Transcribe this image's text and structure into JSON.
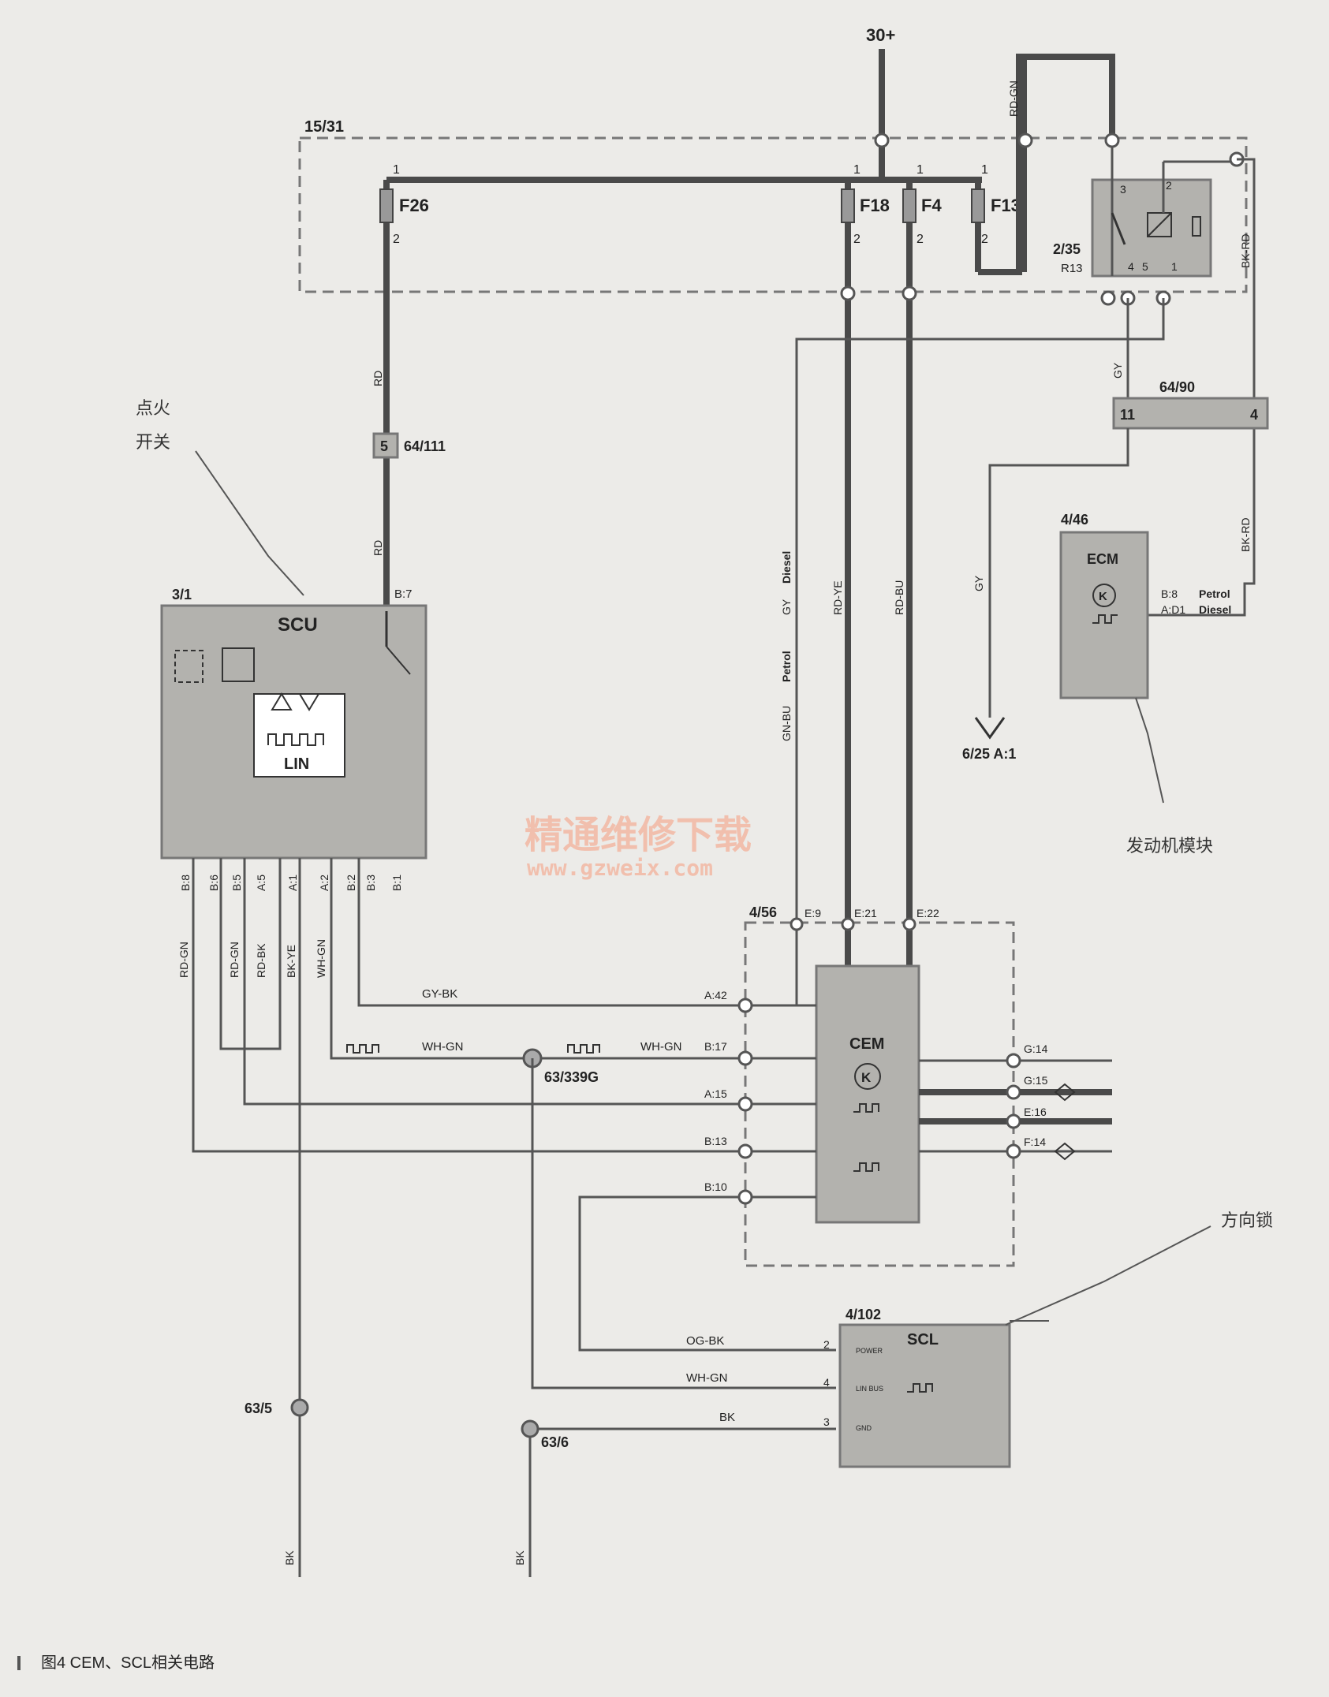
{
  "supply": {
    "label": "30+"
  },
  "fuse_box": {
    "id": "15/31",
    "fuses": [
      "F26",
      "F18",
      "F4",
      "F13"
    ],
    "pin_in": "1",
    "pin_out": "2"
  },
  "relay": {
    "id": "2/35",
    "name": "R13",
    "pins": [
      "3",
      "2",
      "4",
      "5",
      "1"
    ]
  },
  "scu": {
    "id": "3/1",
    "name": "SCU",
    "lin": "LIN",
    "pins": [
      "B:8",
      "B:6",
      "B:5",
      "A:5",
      "A:1",
      "A:2",
      "B:2",
      "B:3",
      "B:1"
    ],
    "top_pin": "B:7"
  },
  "connector_64_111": {
    "id": "64/111",
    "pin": "5"
  },
  "connector_64_90": {
    "id": "64/90",
    "pins": [
      "11",
      "4"
    ]
  },
  "ecm": {
    "id": "4/46",
    "name": "ECM",
    "pin_petrol": "B:8",
    "pin_diesel": "A:D1",
    "petrol": "Petrol",
    "diesel": "Diesel"
  },
  "cem": {
    "id": "4/56",
    "name": "CEM",
    "top_pins": [
      "E:9",
      "E:21",
      "E:22"
    ],
    "left_pins": [
      "A:42",
      "B:17",
      "A:15",
      "B:13",
      "B:10"
    ],
    "right_pins": [
      "G:14",
      "G:15",
      "E:16",
      "F:14"
    ]
  },
  "scl": {
    "id": "4/102",
    "name": "SCL",
    "pins": [
      "2",
      "4",
      "3"
    ],
    "pin_labels": [
      "POWER",
      "LIN BUS",
      "GND"
    ]
  },
  "grounds": {
    "g1": "63/339G",
    "g2": "63/5",
    "g3": "63/6"
  },
  "ref": {
    "arrow": "6/25 A:1"
  },
  "wires": {
    "rd": "RD",
    "rd_gn": "RD-GN",
    "bk_rd": "BK-RD",
    "gy": "GY",
    "gn_bu": "GN-BU",
    "rd_ye": "RD-YE",
    "rd_bu": "RD-BU",
    "petrol": "Petrol",
    "diesel": "Diesel",
    "gy_bk": "GY-BK",
    "wh_gn": "WH-GN",
    "og_bk": "OG-BK",
    "bk": "BK",
    "rd_bk": "RD-BK",
    "bk_ye": "BK-YE"
  },
  "notes": {
    "ignition_switch": [
      "点火",
      "开关"
    ],
    "engine_module": "发动机模块",
    "steering_lock": "方向锁"
  },
  "watermark": {
    "cn": "精通维修下载",
    "url": "www.gzweix.com"
  },
  "caption": "图4  CEM、SCL相关电路"
}
